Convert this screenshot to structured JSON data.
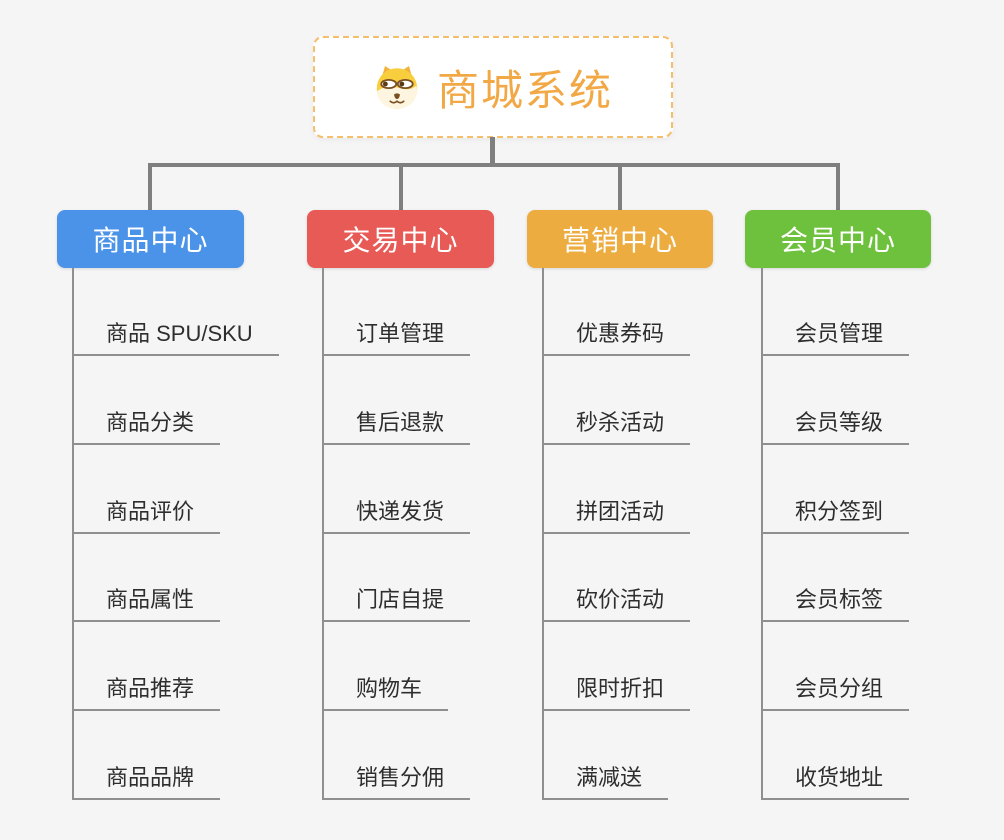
{
  "page": {
    "background_color": "#f5f5f5",
    "connector_color": "#7f7f7f",
    "underline_color": "#8f8f8f"
  },
  "root": {
    "title": "商城系统",
    "title_color": "#f1a845",
    "border_color": "#f5be6b",
    "icon": "dog-face-icon"
  },
  "branches": [
    {
      "label": "商品中心",
      "color": "#4b93e9",
      "children": [
        "商品 SPU/SKU",
        "商品分类",
        "商品评价",
        "商品属性",
        "商品推荐",
        "商品品牌"
      ]
    },
    {
      "label": "交易中心",
      "color": "#e85a55",
      "children": [
        "订单管理",
        "售后退款",
        "快递发货",
        "门店自提",
        "购物车",
        "销售分佣"
      ]
    },
    {
      "label": "营销中心",
      "color": "#edac40",
      "children": [
        "优惠券码",
        "秒杀活动",
        "拼团活动",
        "砍价活动",
        "限时折扣",
        "满减送"
      ]
    },
    {
      "label": "会员中心",
      "color": "#6ec13c",
      "children": [
        "会员管理",
        "会员等级",
        "积分签到",
        "会员标签",
        "会员分组",
        "收货地址"
      ]
    }
  ]
}
